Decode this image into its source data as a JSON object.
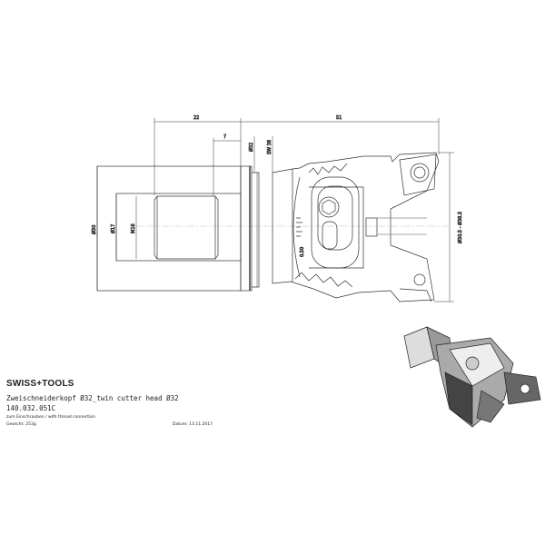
{
  "title_block": {
    "brand": "SWISS+TOOLS",
    "description": "Zweischneiderkopf Ø32_twin cutter head Ø32",
    "article_number": "140.032.051C",
    "note": "zum Einschrauben / with thread connection",
    "weight": "Gewicht: 253g",
    "date": "Datum: 13.11.2017"
  },
  "dimensions": {
    "length_shank": "22",
    "length_head": "51",
    "thread_depth": "7",
    "dia_flange": "Ø32",
    "wrench_size": "SW 38",
    "dia_body": "Ø30",
    "dia_bore": "Ø17",
    "thread": "M16",
    "dia_range": "Ø30.5 - Ø38.5",
    "scale_marking": "0.50"
  }
}
